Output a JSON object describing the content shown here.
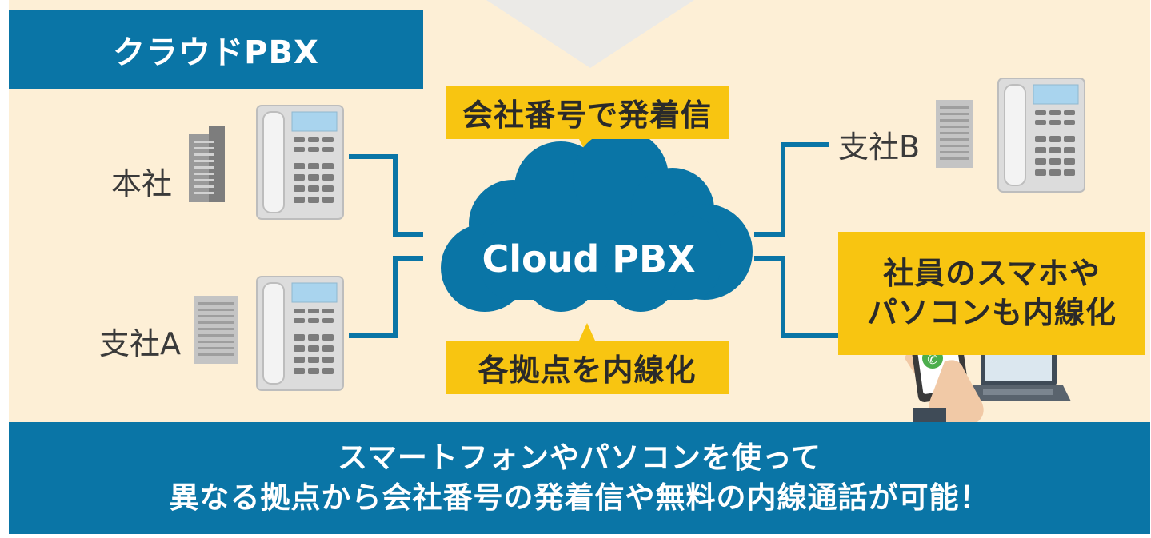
{
  "header": {
    "title": "クラウドPBX"
  },
  "center": {
    "cloud_label": "Cloud PBX",
    "top_callout": "会社番号で発着信",
    "bottom_callout": "各拠点を内線化"
  },
  "sites": {
    "head_office": "本社",
    "branch_a": "支社A",
    "branch_b": "支社B"
  },
  "mobile_callout": {
    "line1": "社員のスマホや",
    "line2": "パソコンも内線化"
  },
  "footer": {
    "line1": "スマートフォンやパソコンを使って",
    "line2": "異なる拠点から会社番号の発着信や無料の内線通話が可能！"
  },
  "colors": {
    "background": "#fdefd6",
    "brand_blue": "#0a75a6",
    "highlight_yellow": "#f8c511",
    "phone_gray": "#d9d9d9",
    "screen_blue": "#a9d4ee",
    "call_green": "#4cae4c"
  },
  "icons": [
    "office-building-icon",
    "desk-phone-icon",
    "smartphone-icon",
    "laptop-icon",
    "phone-call-icon",
    "cloud-icon"
  ]
}
